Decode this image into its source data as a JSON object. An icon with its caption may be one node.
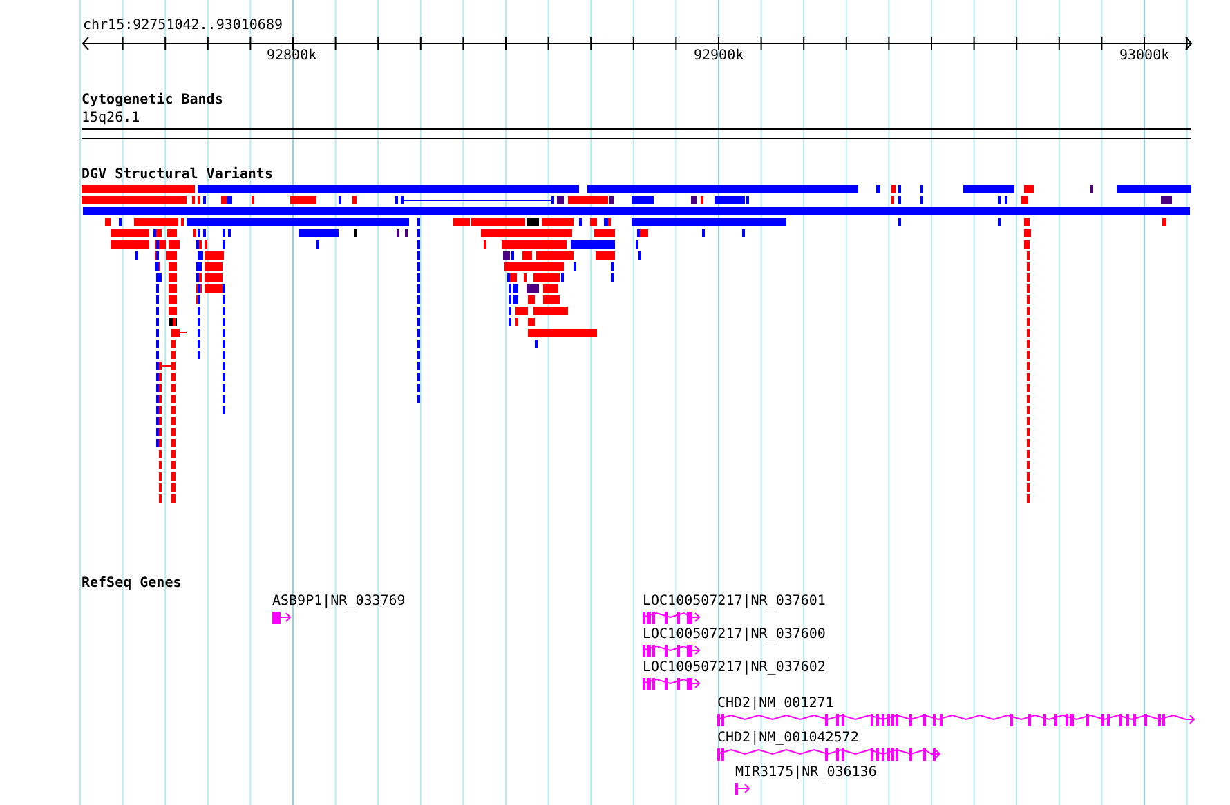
{
  "diagram": {
    "labels": [
      "chr15:92751042..93010689",
      "92800k",
      "92900k",
      "93000k",
      "Cytogenetic Bands",
      "15q26.1",
      "DGV Structural Variants",
      "RefSeq Genes",
      "ASB9P1|NR_033769",
      "LOC100507217|NR_037601",
      "LOC100507217|NR_037600",
      "LOC100507217|NR_037602",
      "CHD2|NM_001271",
      "CHD2|NM_001042572",
      "MIR3175|NR_036136"
    ]
  }
}
